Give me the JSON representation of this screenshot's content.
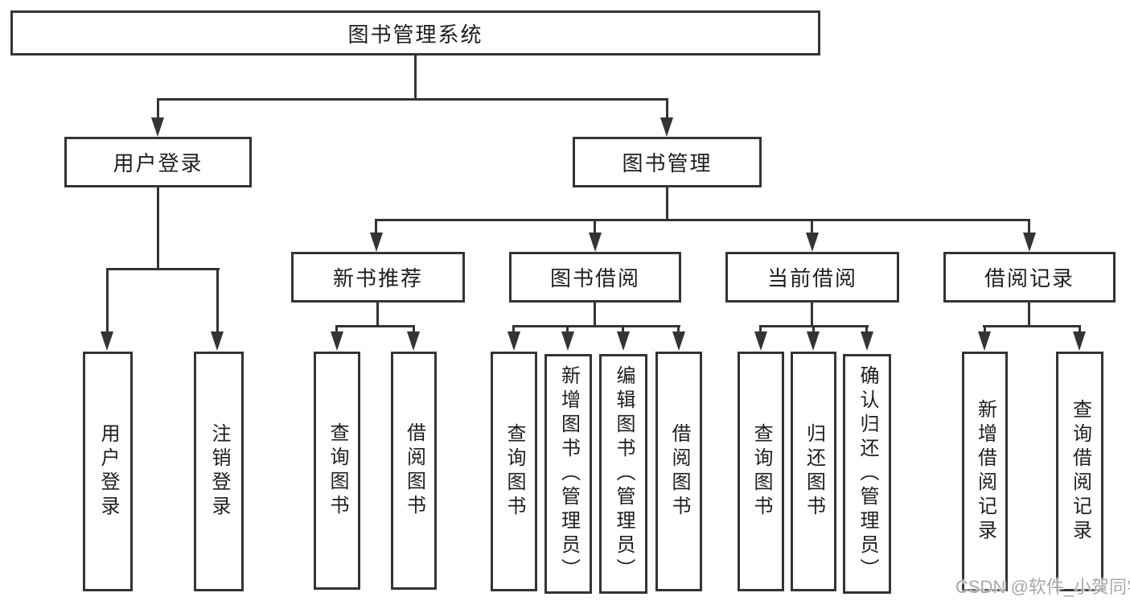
{
  "tree": {
    "root": {
      "label": "图书管理系统",
      "children": [
        {
          "label": "用户登录",
          "children": [
            {
              "label": "用户登录"
            },
            {
              "label": "注销登录"
            }
          ]
        },
        {
          "label": "图书管理",
          "children": [
            {
              "label": "新书推荐",
              "children": [
                {
                  "label": "查询图书"
                },
                {
                  "label": "借阅图书"
                }
              ]
            },
            {
              "label": "图书借阅",
              "children": [
                {
                  "label": "查询图书"
                },
                {
                  "label": "新增图书（管理员）"
                },
                {
                  "label": "编辑图书（管理员）"
                },
                {
                  "label": "借阅图书"
                }
              ]
            },
            {
              "label": "当前借阅",
              "children": [
                {
                  "label": "查询图书"
                },
                {
                  "label": "归还图书"
                },
                {
                  "label": "确认归还（管理员）"
                }
              ]
            },
            {
              "label": "借阅记录",
              "children": [
                {
                  "label": "新增借阅记录"
                },
                {
                  "label": "查询借阅记录"
                }
              ]
            }
          ]
        }
      ]
    }
  },
  "watermark": {
    "text": "CSDN @软件_小贺同学"
  },
  "colors": {
    "line": "#343434",
    "text": "#1e1e1e",
    "watermark": "#a9a9a9",
    "background": "#ffffff"
  }
}
